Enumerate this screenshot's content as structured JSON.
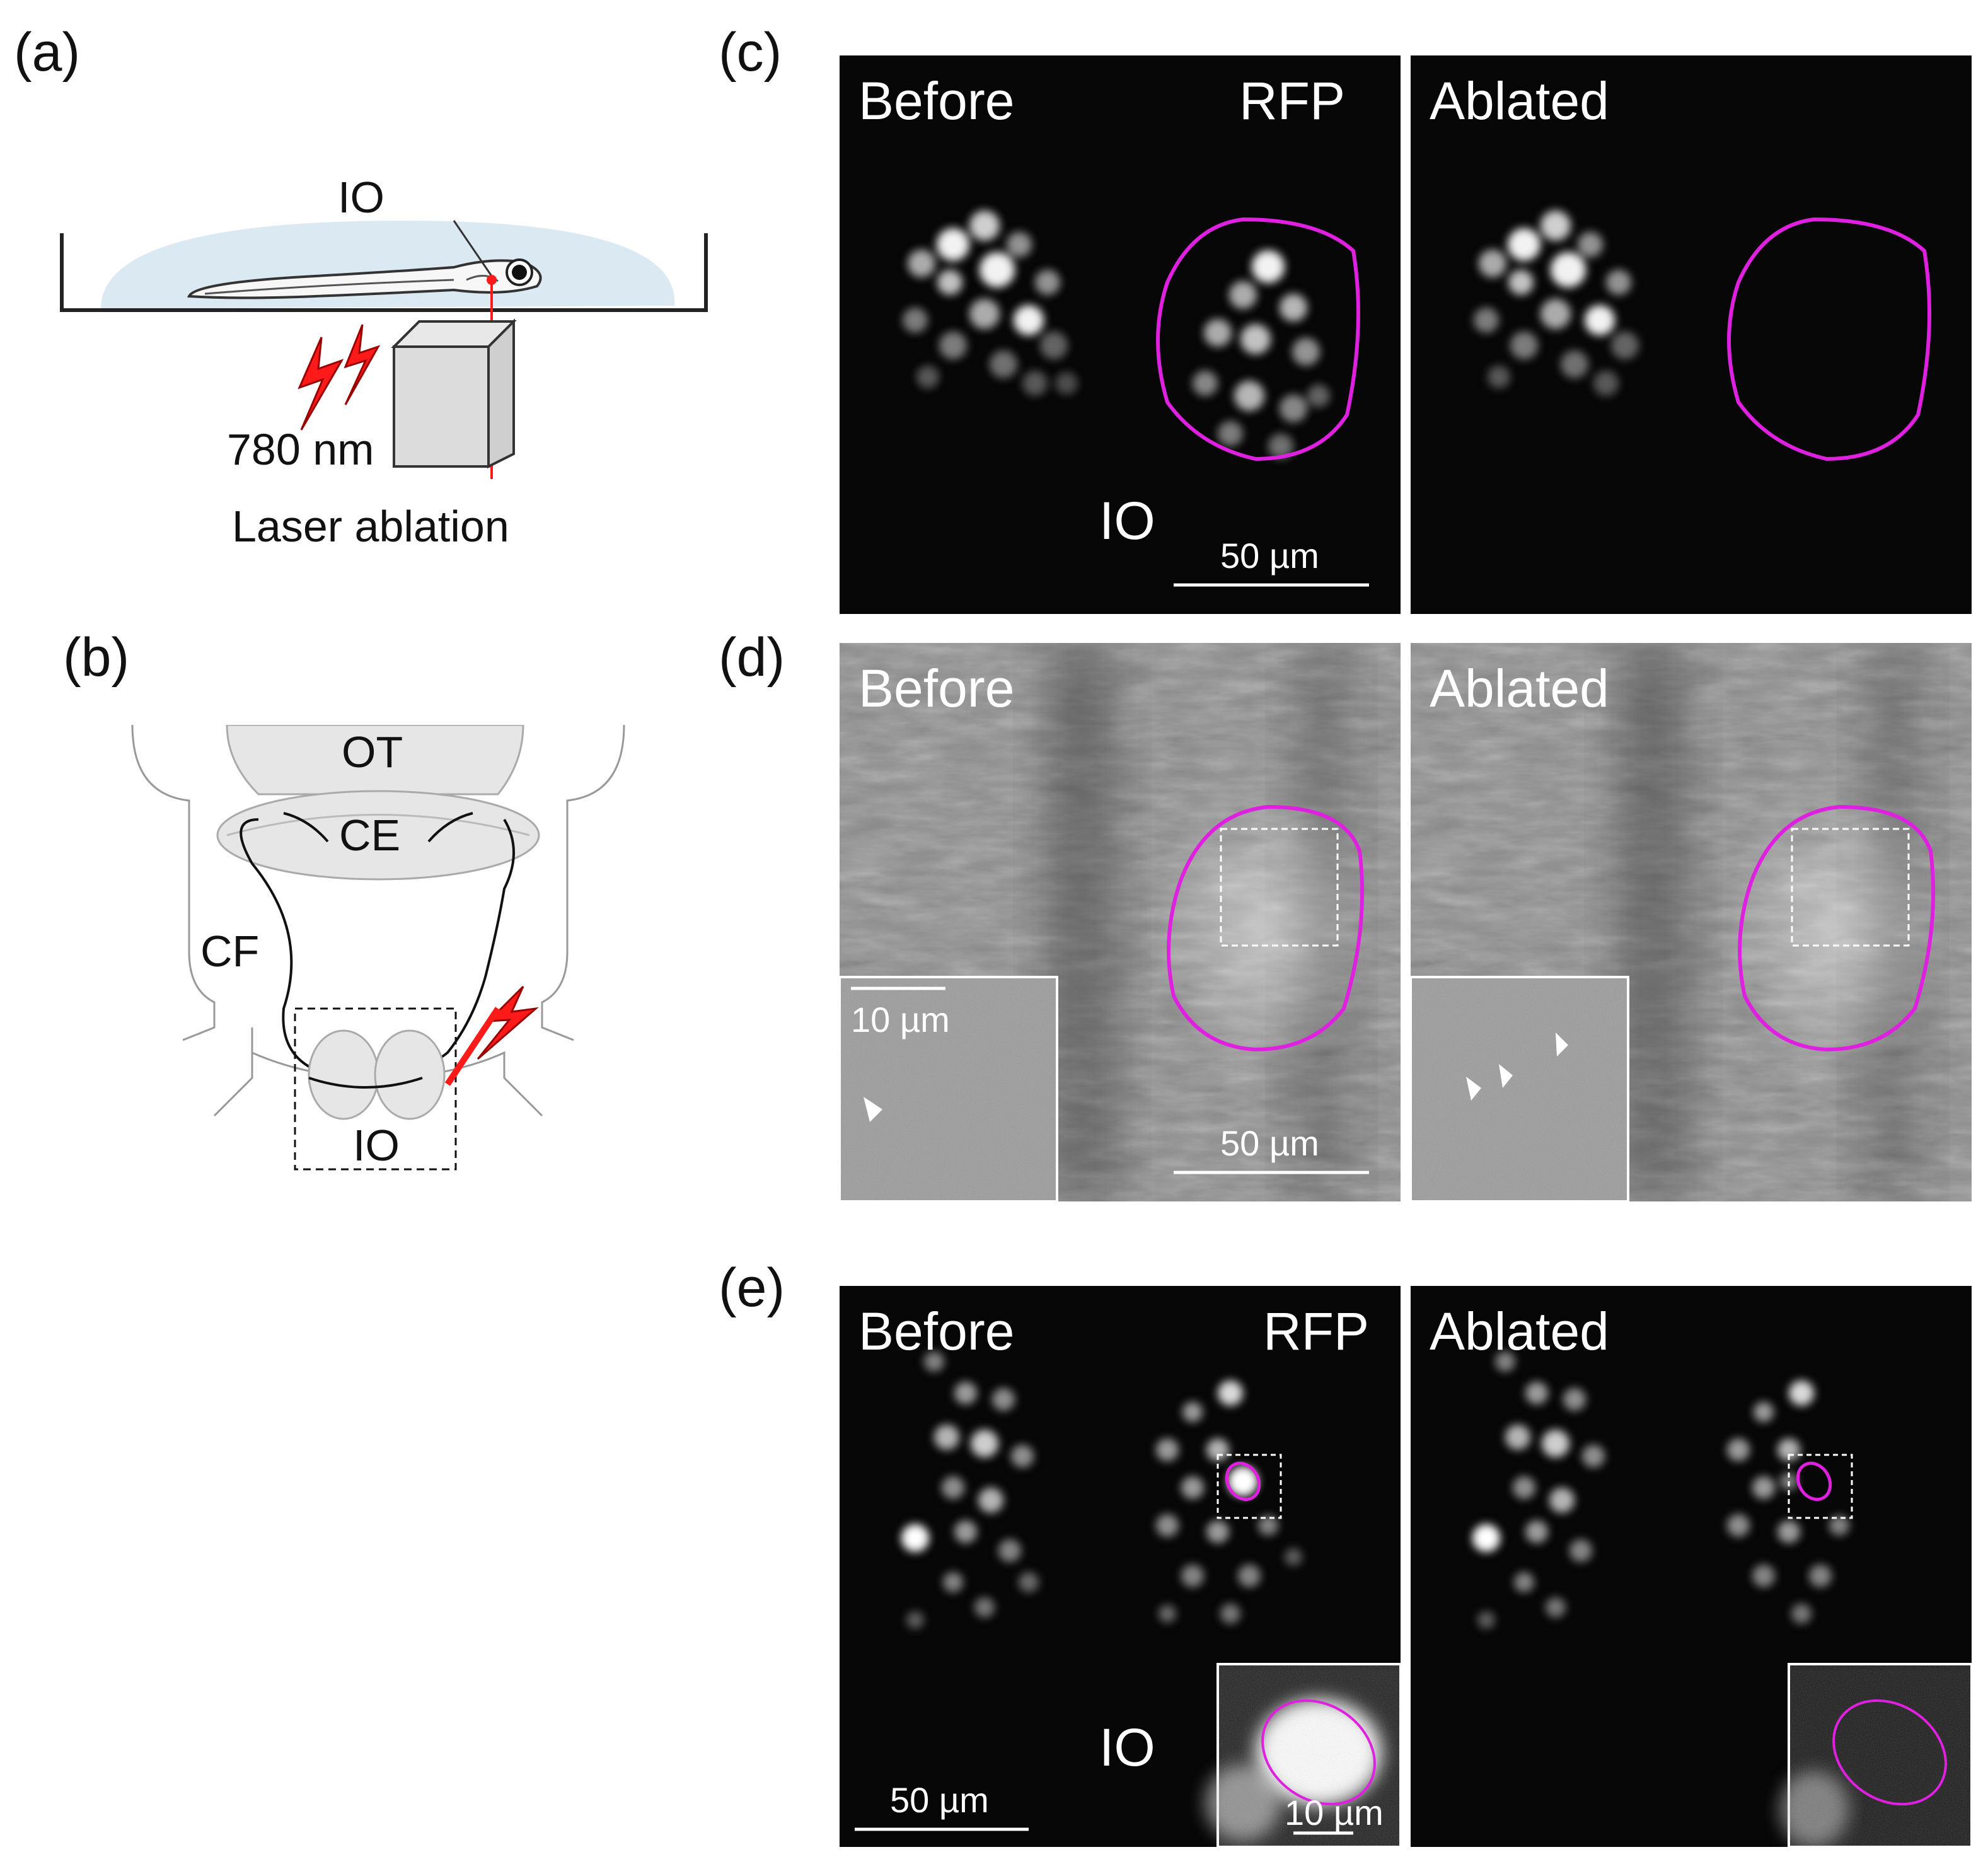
{
  "panels": {
    "a": {
      "label": "(a)",
      "io_label": "IO",
      "wavelength": "780 nm",
      "laser_label": "Laser ablation"
    },
    "b": {
      "label": "(b)",
      "ot": "OT",
      "ce": "CE",
      "cf": "CF",
      "io": "IO"
    },
    "c": {
      "label": "(c)",
      "before": "Before",
      "rfp": "RFP",
      "ablated": "Ablated",
      "io": "IO",
      "scale": "50 µm"
    },
    "d": {
      "label": "(d)",
      "before": "Before",
      "ablated": "Ablated",
      "inset_scale": "10 µm",
      "scale": "50 µm"
    },
    "e": {
      "label": "(e)",
      "before": "Before",
      "rfp": "RFP",
      "ablated": "Ablated",
      "io": "IO",
      "scale": "50 µm",
      "inset_scale": "10 µm"
    }
  },
  "colors": {
    "ablation_outline": "#e020e0",
    "laser_bolt": "#ff1a1a",
    "dish_water": "#dbe9f3"
  }
}
